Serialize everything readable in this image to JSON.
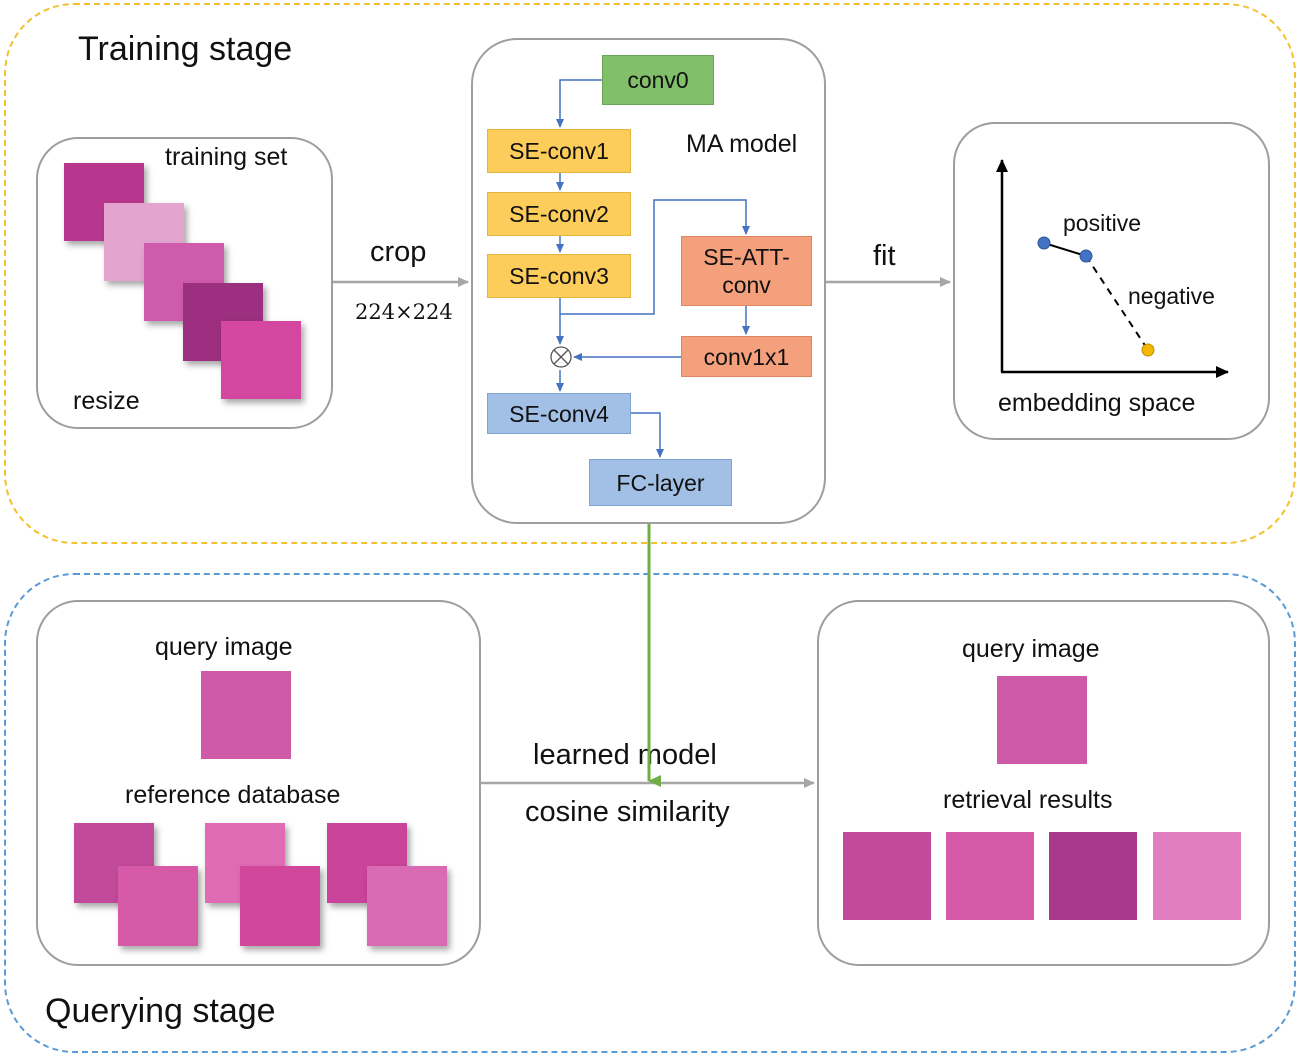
{
  "training": {
    "title": "Training stage",
    "training_set_label": "training set",
    "resize_label": "resize",
    "crop_label": "crop",
    "crop_size": "224×224",
    "fit_label": "fit"
  },
  "model": {
    "label": "MA model",
    "blocks": {
      "conv0": "conv0",
      "se_conv1": "SE-conv1",
      "se_conv2": "SE-conv2",
      "se_conv3": "SE-conv3",
      "se_att_conv": "SE-ATT-\nconv",
      "conv1x1": "conv1x1",
      "se_conv4": "SE-conv4",
      "fc_layer": "FC-layer"
    },
    "multiply_symbol": "⊗"
  },
  "embedding": {
    "label": "embedding space",
    "positive_label": "positive",
    "negative_label": "negative",
    "colors": {
      "anchor": "#4472c4",
      "positive": "#4472c4",
      "negative": "#f5b800"
    }
  },
  "querying": {
    "title": "Querying stage",
    "query_image_label": "query image",
    "reference_database_label": "reference database",
    "learned_model_label": "learned model",
    "cosine_similarity_label": "cosine similarity",
    "result_query_image_label": "query image",
    "retrieval_results_label": "retrieval results"
  },
  "colors": {
    "training_border": "#f2c12e",
    "querying_border": "#5a9bd5",
    "arrow_gray": "#a6a6a6",
    "arrow_blue": "#4472c4",
    "arrow_green": "#70ad47",
    "tissue": "#c4459a"
  }
}
